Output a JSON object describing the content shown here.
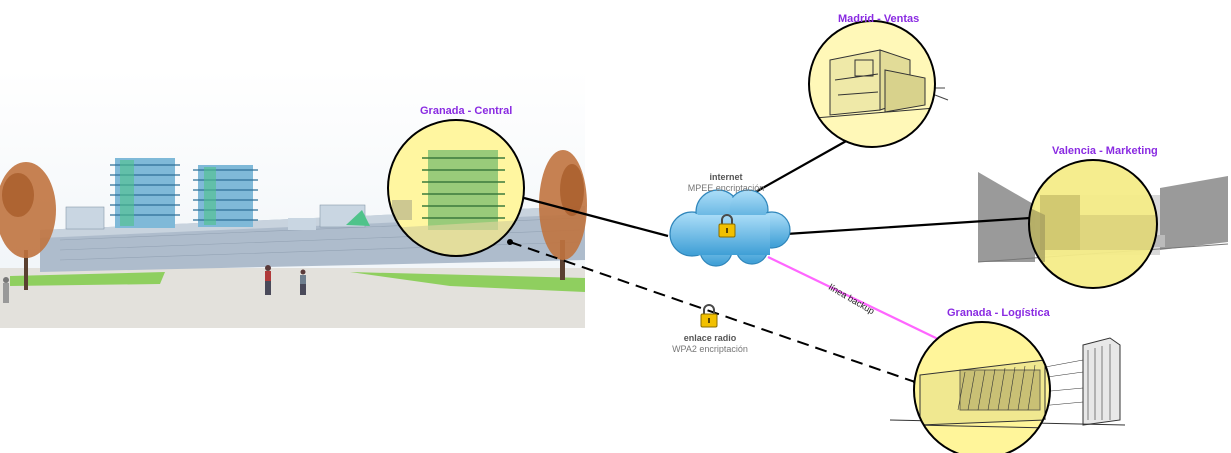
{
  "sites": {
    "central": {
      "label": "Granada - Central"
    },
    "madrid": {
      "label": "Madrid - Ventas"
    },
    "valencia": {
      "label": "Valencia - Marketing"
    },
    "logistica": {
      "label": "Granada - Logística"
    }
  },
  "links": {
    "internet": {
      "title": "internet",
      "subtitle": "MPEE encriptación"
    },
    "radio": {
      "title": "enlace radio",
      "subtitle": "WPA2 encriptación"
    },
    "backup": {
      "label": "línea backup"
    }
  },
  "colors": {
    "site_label": "#8a2be2",
    "site_circle_fill": "#fff59a",
    "backup_line": "#ff66ff",
    "cloud": "#5bb6e6",
    "lock": "#f2c000"
  },
  "icons": [
    "cloud-icon",
    "lock-icon"
  ]
}
